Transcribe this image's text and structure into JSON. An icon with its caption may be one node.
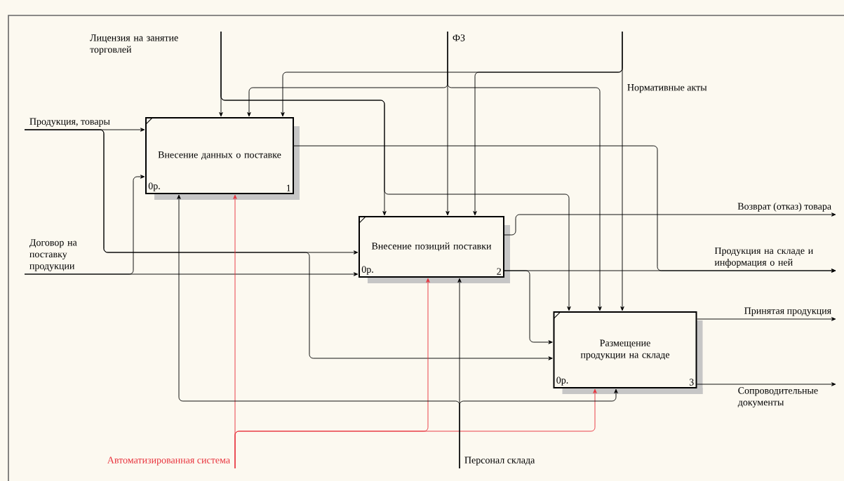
{
  "diagram": {
    "nodes": [
      {
        "text": [
          "Внесение данных о поставке",
          "0р.",
          "1"
        ]
      },
      {
        "text": [
          "Внесение позиций поставки",
          "0р.",
          "2"
        ]
      },
      {
        "text": [
          "Размещение продукции на складе",
          "0р.",
          "3"
        ]
      },
      {
        "text": [
          "Лицензия на занятие торговлей"
        ]
      },
      {
        "text": [
          "ФЗ"
        ]
      },
      {
        "text": [
          "Нормативные акты"
        ]
      },
      {
        "text": [
          "Продукция, товары"
        ]
      },
      {
        "text": [
          "Договор на поставку продукции"
        ]
      },
      {
        "text": [
          "Возврат (отказ) товара"
        ]
      },
      {
        "text": [
          "Продукция на складе и информация о ней"
        ]
      },
      {
        "text": [
          "Принятая продукция"
        ]
      },
      {
        "text": [
          "Сопроводительные документы"
        ]
      },
      {
        "text": [
          "Автоматизированная система"
        ]
      },
      {
        "text": [
          "Персонал склада"
        ]
      }
    ],
    "edges": [
      {
        "from": 3,
        "to": 0,
        "arrow": "to"
      },
      {
        "from": 3,
        "to": 1,
        "arrow": "to"
      },
      {
        "from": 3,
        "to": 2,
        "arrow": "to"
      },
      {
        "from": 4,
        "to": 0,
        "arrow": "to"
      },
      {
        "from": 4,
        "to": 1,
        "arrow": "to"
      },
      {
        "from": 4,
        "to": 2,
        "arrow": "to"
      },
      {
        "from": 5,
        "to": 0,
        "arrow": "to"
      },
      {
        "from": 5,
        "to": 1,
        "arrow": "to"
      },
      {
        "from": 5,
        "to": 2,
        "arrow": "to"
      },
      {
        "from": 6,
        "to": 0,
        "arrow": "to"
      },
      {
        "from": 6,
        "to": 1,
        "arrow": "to"
      },
      {
        "from": 6,
        "to": 2,
        "arrow": "to"
      },
      {
        "from": 7,
        "to": 0,
        "arrow": "to"
      },
      {
        "from": 7,
        "to": 1,
        "arrow": "to"
      },
      {
        "from": 0,
        "to": 9,
        "arrow": "to"
      },
      {
        "from": 1,
        "to": 8,
        "arrow": "to"
      },
      {
        "from": 1,
        "to": 9,
        "arrow": "to"
      },
      {
        "from": 1,
        "to": 2,
        "arrow": "to"
      },
      {
        "from": 2,
        "to": 10,
        "arrow": "to"
      },
      {
        "from": 2,
        "to": 11,
        "arrow": "to"
      },
      {
        "from": 12,
        "to": 0,
        "arrow": "to",
        "color": "#e8323c"
      },
      {
        "from": 12,
        "to": 1,
        "arrow": "to",
        "color": "#e8323c"
      },
      {
        "from": 12,
        "to": 2,
        "arrow": "to",
        "color": "#e8323c"
      },
      {
        "from": 13,
        "to": 0,
        "arrow": "to"
      },
      {
        "from": 13,
        "to": 1,
        "arrow": "to"
      },
      {
        "from": 13,
        "to": 2,
        "arrow": "to"
      }
    ]
  }
}
